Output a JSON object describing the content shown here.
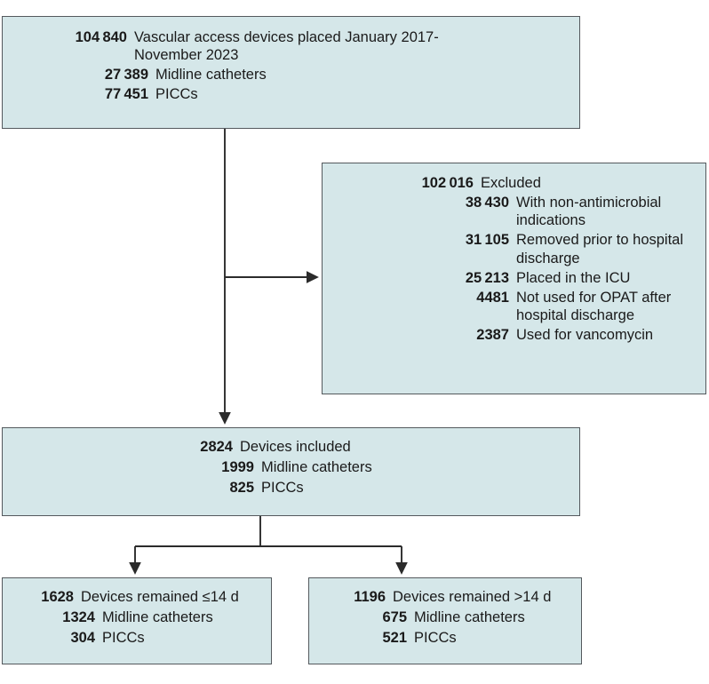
{
  "diagram": {
    "type": "flowchart",
    "title": "Study flow diagram of vascular access devices",
    "colors": {
      "box_fill": "#d5e7e9",
      "box_border": "#54595d",
      "connector": "#2b2b2b",
      "text": "#1a1a1a"
    }
  },
  "nodes": {
    "top": {
      "name": "enrolled-devices",
      "rows": [
        {
          "number": "104 840",
          "label": "Vascular access devices placed January 2017-\nNovember 2023"
        },
        {
          "number": "27 389",
          "label": "Midline catheters"
        },
        {
          "number": "77 451",
          "label": "PICCs"
        }
      ]
    },
    "excluded": {
      "name": "excluded-devices",
      "rows": [
        {
          "number": "102 016",
          "label": "Excluded"
        },
        {
          "number": "38 430",
          "label": "With non-antimicrobial\nindications"
        },
        {
          "number": "31 105",
          "label": "Removed prior to hospital\ndischarge"
        },
        {
          "number": "25 213",
          "label": "Placed in the ICU"
        },
        {
          "number": "4481",
          "label": "Not used for OPAT after\nhospital discharge"
        },
        {
          "number": "2387",
          "label": "Used for vancomycin"
        }
      ]
    },
    "included": {
      "name": "included-devices",
      "rows": [
        {
          "number": "2824",
          "label": "Devices included"
        },
        {
          "number": "1999",
          "label": "Midline catheters"
        },
        {
          "number": "825",
          "label": "PICCs"
        }
      ]
    },
    "le14": {
      "name": "remained-14-days-or-less",
      "rows": [
        {
          "number": "1628",
          "label": "Devices remained ≤14 d"
        },
        {
          "number": "1324",
          "label": "Midline catheters"
        },
        {
          "number": "304",
          "label": "PICCs"
        }
      ]
    },
    "gt14": {
      "name": "remained-more-than-14-days",
      "rows": [
        {
          "number": "1196",
          "label": "Devices remained >14 d"
        },
        {
          "number": "675",
          "label": "Midline catheters"
        },
        {
          "number": "521",
          "label": "PICCs"
        }
      ]
    }
  }
}
